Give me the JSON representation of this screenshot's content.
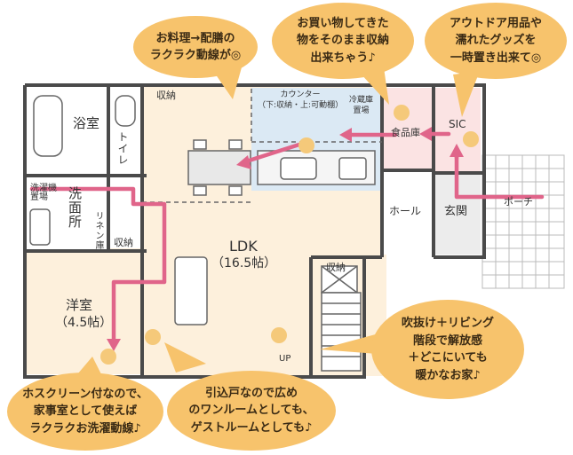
{
  "rooms": {
    "bathroom": "浴室",
    "toilet": "トイレ",
    "closet_bath": "収納",
    "laundry_storage": "洗濯機\n置場",
    "washroom": "洗面所",
    "linen": "リネン庫",
    "closet_west": "収納",
    "western_room": "洋室",
    "western_size": "（4.5帖）",
    "ldk": "LDK",
    "ldk_size": "（16.5帖）",
    "counter": "カウンター\n（下:収納・上:可動棚）",
    "fridge": "冷蔵庫\n置場",
    "pantry": "食品庫",
    "sic": "SIC",
    "hall": "ホール",
    "entrance": "玄関",
    "porch": "ポーチ",
    "closet_stair": "収納",
    "up": "UP"
  },
  "bubbles": {
    "cooking": "お料理→配膳の\nラクラク動線が◎",
    "shopping": "お買い物してきた\n物をそのまま収納\n出来ちゃう♪",
    "outdoor": "アウトドア用品や\n濡れたグッズを\n一時置き出来て◎",
    "stairs": "吹抜け＋リビング\n階段で解放感\n＋どこにいても\n暖かなお家♪",
    "sliding": "引込戸なので広め\nのワンルームとしても、\nゲストルームとしても♪",
    "hoscreen": "ホスクリーン付なので、\n家事室として使えば\nラクラクお洗濯動線♪"
  },
  "colors": {
    "wall": "#4a4a4a",
    "kitchen": "#dbe9f4",
    "pantry": "#fbe3e3",
    "arrow": "#e0658a",
    "bubble": "#f7c36c",
    "floor": "#fdf0dc",
    "marker": "#f5c97a"
  }
}
